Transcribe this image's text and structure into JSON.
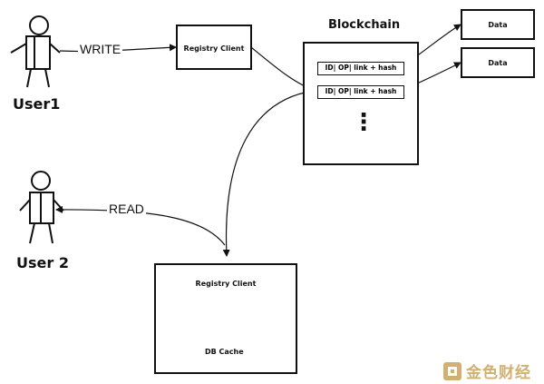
{
  "actors": {
    "user1": "User1",
    "user2": "User 2"
  },
  "edges": {
    "write": "WRITE",
    "read": "READ"
  },
  "registry_top": {
    "label": "Registry Client"
  },
  "blockchain": {
    "title": "Blockchain",
    "entries": [
      "ID| OP| link + hash",
      "ID| OP| link + hash"
    ],
    "ellipsis": "⋮"
  },
  "data_boxes": [
    "Data",
    "Data"
  ],
  "registry_bottom": {
    "label": "Registry Client",
    "cache_label": "DB Cache"
  },
  "watermark": {
    "text": "金色财经"
  }
}
